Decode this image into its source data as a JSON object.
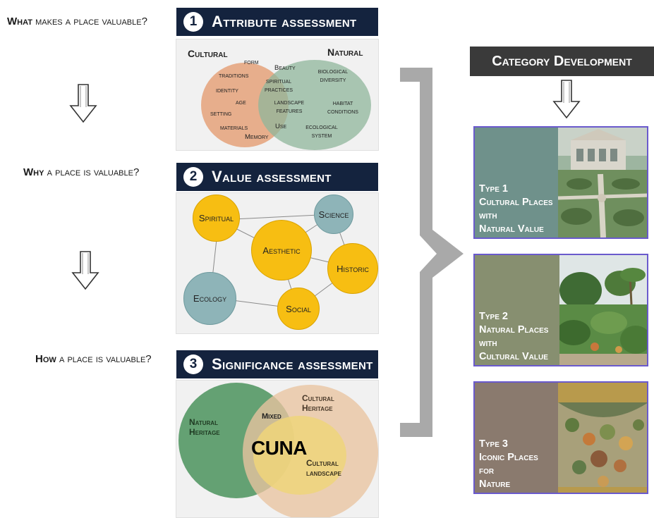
{
  "questions": [
    {
      "emph": "What",
      "rest": "makes a place valuable?"
    },
    {
      "emph": "Why",
      "rest": "a place is valuable?"
    },
    {
      "emph": "How",
      "rest": "a place is valuable?"
    }
  ],
  "panel1": {
    "number": "1",
    "title": "Attribute assessment",
    "cultural_title": "Cultural",
    "natural_title": "Natural",
    "cultural_items": [
      "form",
      "traditions",
      "identity",
      "age",
      "setting",
      "materials",
      "Memory"
    ],
    "shared_items": [
      "Beauty",
      "spiritual practices",
      "landscape features",
      "Use"
    ],
    "natural_items": [
      "biological diversity",
      "habitat conditions",
      "ecological system"
    ]
  },
  "panel2": {
    "number": "2",
    "title": "Value assessment",
    "nodes": [
      "Spiritual",
      "Science",
      "Aesthetic",
      "Historic",
      "Ecology",
      "Social"
    ]
  },
  "panel3": {
    "number": "3",
    "title": "Significance assessment",
    "natural_heritage": "Natural Heritage",
    "cultural_heritage": "Cultural Heritage",
    "mixed": "Mixed",
    "cuna": "CUNA",
    "cultural_landscape": "Cultural landscape"
  },
  "category": {
    "title": "Category Development",
    "types": [
      {
        "line1": "Type 1",
        "line2": "Cultural Places",
        "line3": "with",
        "line4": "Natural Value",
        "color": "#6f918b"
      },
      {
        "line1": "Type 2",
        "line2": "Natural Places",
        "line3": "with",
        "line4": "Cultural Value",
        "color": "#878f70"
      },
      {
        "line1": "Type 3",
        "line2": "Iconic Places",
        "line3": "for",
        "line4": "Nature",
        "color": "#8a7a6e"
      }
    ]
  },
  "colors": {
    "header_navy": "#14233e",
    "cultural_orange": "#e5a27a",
    "natural_green": "#8fb59b",
    "value_gold": "#f7be12",
    "value_blue": "#8eb4b8",
    "heritage_green": "#5c9c6b",
    "heritage_peach": "#e9c4a0",
    "landscape_yellow": "#efd57a",
    "bracket_gray": "#a9a9a9"
  }
}
